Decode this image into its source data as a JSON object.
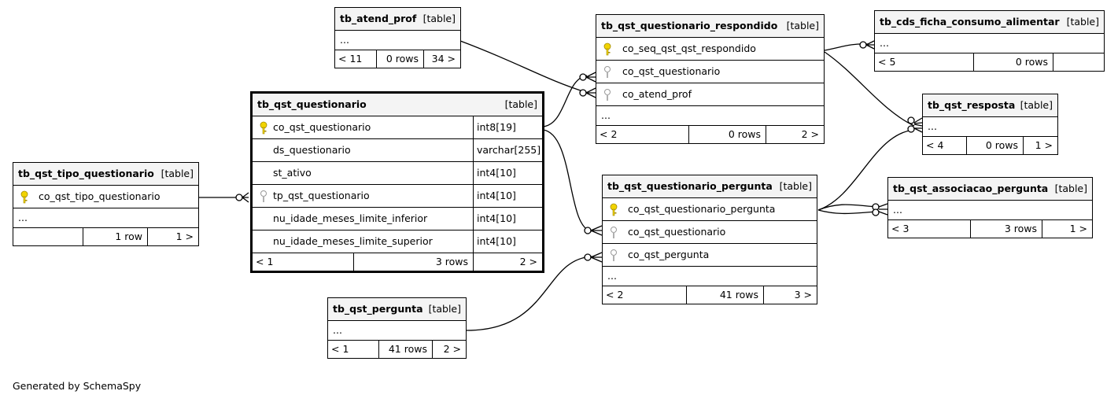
{
  "tables": {
    "tipo": {
      "name": "tb_qst_tipo_questionario",
      "tag": "[table]",
      "columns": [
        {
          "name": "co_qst_tipo_questionario",
          "key": "primary"
        }
      ],
      "ellipsis": "...",
      "footer": {
        "parents": "",
        "rows": "1 row",
        "children": "1 >"
      }
    },
    "quest": {
      "name": "tb_qst_questionario",
      "tag": "[table]",
      "columns": [
        {
          "name": "co_qst_questionario",
          "type": "int8[19]",
          "key": "primary"
        },
        {
          "name": "ds_questionario",
          "type": "varchar[255]",
          "key": ""
        },
        {
          "name": "st_ativo",
          "type": "int4[10]",
          "key": ""
        },
        {
          "name": "tp_qst_questionario",
          "type": "int4[10]",
          "key": "foreign"
        },
        {
          "name": "nu_idade_meses_limite_inferior",
          "type": "int4[10]",
          "key": ""
        },
        {
          "name": "nu_idade_meses_limite_superior",
          "type": "int4[10]",
          "key": ""
        }
      ],
      "footer": {
        "parents": "< 1",
        "rows": "3 rows",
        "children": "2 >"
      }
    },
    "atend": {
      "name": "tb_atend_prof",
      "tag": "[table]",
      "ellipsis": "...",
      "footer": {
        "parents": "< 11",
        "rows": "0 rows",
        "children": "34 >"
      }
    },
    "resp": {
      "name": "tb_qst_questionario_respondido",
      "tag": "[table]",
      "columns": [
        {
          "name": "co_seq_qst_qst_respondido",
          "key": "primary"
        },
        {
          "name": "co_qst_questionario",
          "key": "foreign"
        },
        {
          "name": "co_atend_prof",
          "key": "foreign"
        }
      ],
      "ellipsis": "...",
      "footer": {
        "parents": "< 2",
        "rows": "0 rows",
        "children": "2 >"
      }
    },
    "cds": {
      "name": "tb_cds_ficha_consumo_alimentar",
      "tag": "[table]",
      "ellipsis": "...",
      "footer": {
        "parents": "< 5",
        "rows": "0 rows",
        "children": ""
      }
    },
    "resposta": {
      "name": "tb_qst_resposta",
      "tag": "[table]",
      "ellipsis": "...",
      "footer": {
        "parents": "< 4",
        "rows": "0 rows",
        "children": "1 >"
      }
    },
    "qperg": {
      "name": "tb_qst_questionario_pergunta",
      "tag": "[table]",
      "columns": [
        {
          "name": "co_qst_questionario_pergunta",
          "key": "primary"
        },
        {
          "name": "co_qst_questionario",
          "key": "foreign"
        },
        {
          "name": "co_qst_pergunta",
          "key": "foreign"
        }
      ],
      "ellipsis": "...",
      "footer": {
        "parents": "< 2",
        "rows": "41 rows",
        "children": "3 >"
      }
    },
    "assoc": {
      "name": "tb_qst_associacao_pergunta",
      "tag": "[table]",
      "ellipsis": "...",
      "footer": {
        "parents": "< 3",
        "rows": "3 rows",
        "children": "1 >"
      }
    },
    "perg": {
      "name": "tb_qst_pergunta",
      "tag": "[table]",
      "ellipsis": "...",
      "footer": {
        "parents": "< 1",
        "rows": "41 rows",
        "children": "2 >"
      }
    }
  },
  "credit": "Generated by SchemaSpy",
  "colors": {
    "primary_key": "#f2d400",
    "foreign_key": "#b0b0b0",
    "header_bg": "#f4f4f4"
  }
}
